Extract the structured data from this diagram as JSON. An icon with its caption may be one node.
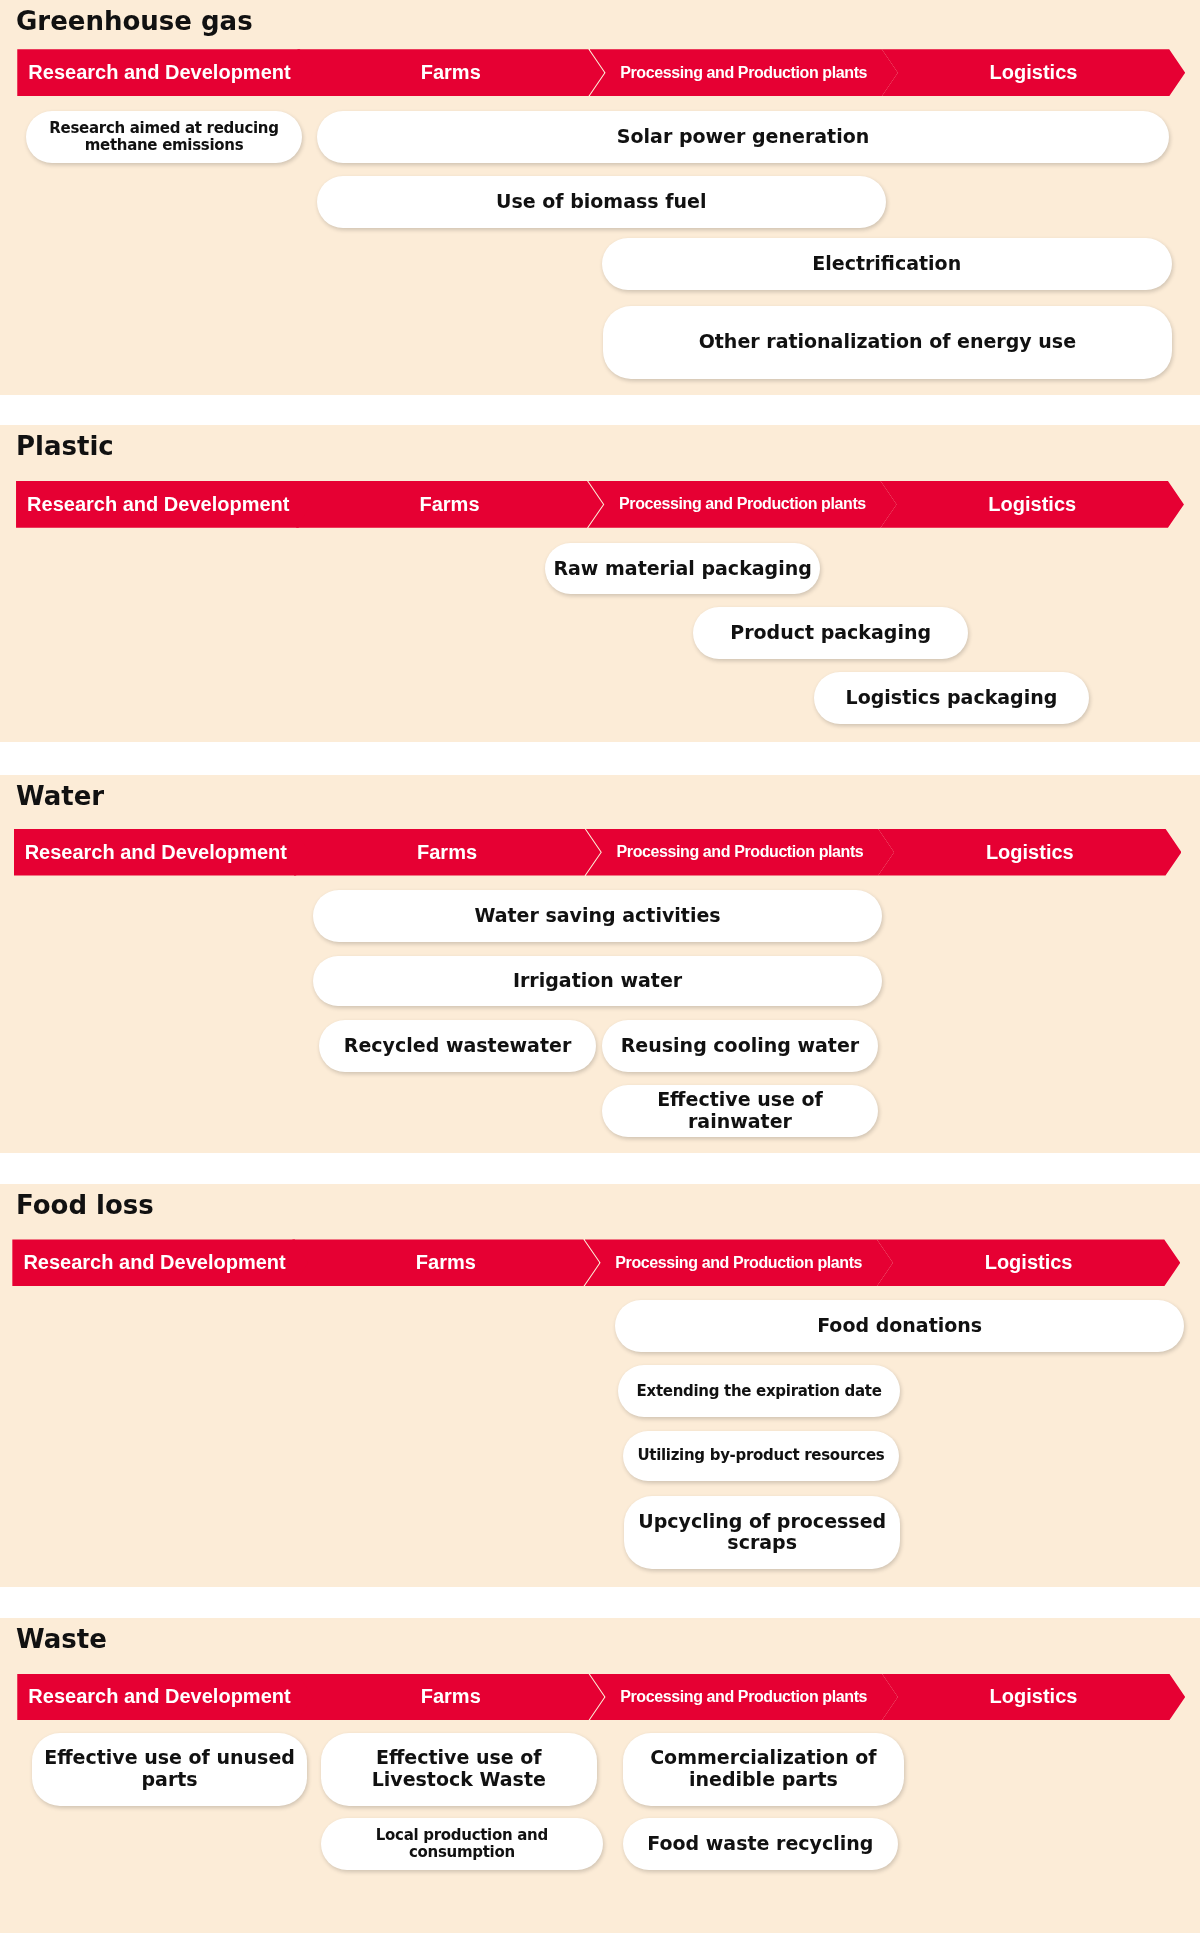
{
  "diagram": {
    "nodes": [
      {
        "text": [
          "Greenhouse gas"
        ]
      },
      {
        "text": [
          "Research and Development"
        ],
        "in": 0
      },
      {
        "text": [
          "Farms"
        ],
        "in": 0
      },
      {
        "text": [
          "Processing and Production plants"
        ],
        "in": 0
      },
      {
        "text": [
          "Logistics"
        ],
        "in": 0
      },
      {
        "text": [
          "Research aimed at reducing methane emissions"
        ],
        "in": 0
      },
      {
        "text": [
          "Solar power generation"
        ],
        "in": 0
      },
      {
        "text": [
          "Use of biomass fuel"
        ],
        "in": 0
      },
      {
        "text": [
          "Electrification"
        ],
        "in": 0
      },
      {
        "text": [
          "Other rationalization of energy use"
        ],
        "in": 0
      },
      {
        "text": [
          "Plastic"
        ]
      },
      {
        "text": [
          "Research and Development"
        ],
        "in": 10
      },
      {
        "text": [
          "Farms"
        ],
        "in": 10
      },
      {
        "text": [
          "Processing and Production plants"
        ],
        "in": 10
      },
      {
        "text": [
          "Logistics"
        ],
        "in": 10
      },
      {
        "text": [
          "Raw material packaging"
        ],
        "in": 10
      },
      {
        "text": [
          "Product packaging"
        ],
        "in": 10
      },
      {
        "text": [
          "Logistics packaging"
        ],
        "in": 10
      },
      {
        "text": [
          "Water"
        ]
      },
      {
        "text": [
          "Research and Development"
        ],
        "in": 18
      },
      {
        "text": [
          "Farms"
        ],
        "in": 18
      },
      {
        "text": [
          "Processing and Production plants"
        ],
        "in": 18
      },
      {
        "text": [
          "Logistics"
        ],
        "in": 18
      },
      {
        "text": [
          "Water saving activities"
        ],
        "in": 18
      },
      {
        "text": [
          "Irrigation water"
        ],
        "in": 18
      },
      {
        "text": [
          "Recycled wastewater"
        ],
        "in": 18
      },
      {
        "text": [
          "Reusing cooling water"
        ],
        "in": 18
      },
      {
        "text": [
          "Effective use of rainwater"
        ],
        "in": 18
      },
      {
        "text": [
          "Food loss"
        ]
      },
      {
        "text": [
          "Research and Development"
        ],
        "in": 28
      },
      {
        "text": [
          "Farms"
        ],
        "in": 28
      },
      {
        "text": [
          "Processing and Production plants"
        ],
        "in": 28
      },
      {
        "text": [
          "Logistics"
        ],
        "in": 28
      },
      {
        "text": [
          "Food donations"
        ],
        "in": 28
      },
      {
        "text": [
          "Extending the expiration date"
        ],
        "in": 28
      },
      {
        "text": [
          "Utilizing by-product resources"
        ],
        "in": 28
      },
      {
        "text": [
          "Upcycling of processed scraps"
        ],
        "in": 28
      },
      {
        "text": [
          "Waste"
        ]
      },
      {
        "text": [
          "Research and Development"
        ],
        "in": 37
      },
      {
        "text": [
          "Farms"
        ],
        "in": 37
      },
      {
        "text": [
          "Processing and Production plants"
        ],
        "in": 37
      },
      {
        "text": [
          "Logistics"
        ],
        "in": 37
      },
      {
        "text": [
          "Effective use of unused parts"
        ],
        "in": 37
      },
      {
        "text": [
          "Effective use of Livestock Waste"
        ],
        "in": 37
      },
      {
        "text": [
          "Commercialization of inedible parts"
        ],
        "in": 37
      },
      {
        "text": [
          "Local production and consumption"
        ],
        "in": 37
      },
      {
        "text": [
          "Food waste recycling"
        ],
        "in": 37
      }
    ],
    "edges": []
  }
}
